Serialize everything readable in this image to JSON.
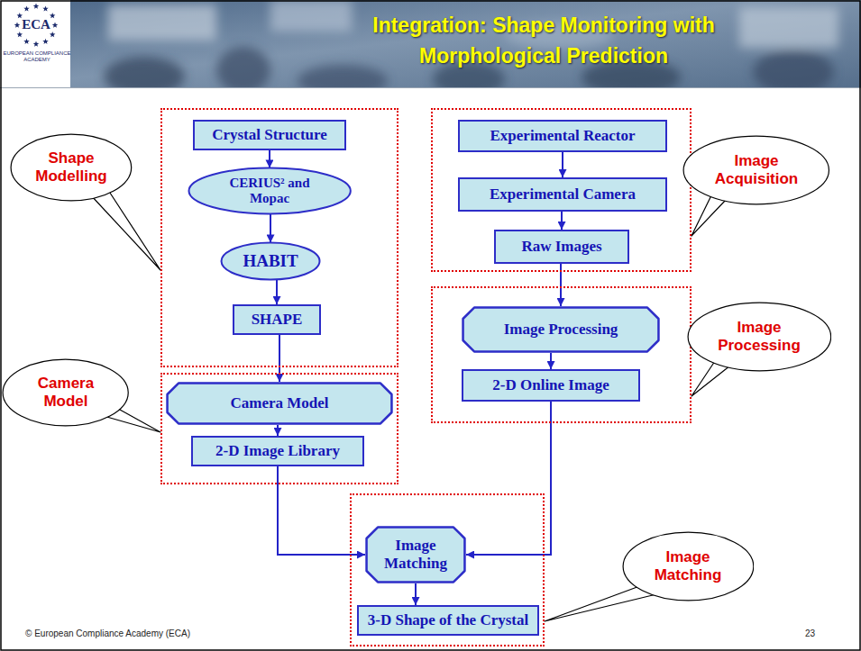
{
  "diagram": {
    "title": "Integration: Shape Monitoring with Morphological Prediction",
    "nodes": [
      {
        "text": [
          "Shape Modelling"
        ]
      },
      {
        "text": [
          "Crystal Structure"
        ],
        "in": 0
      },
      {
        "text": [
          "CERIUS² and Mopac"
        ],
        "in": 0
      },
      {
        "text": [
          "HABIT"
        ],
        "in": 0
      },
      {
        "text": [
          "SHAPE"
        ],
        "in": 0
      },
      {
        "text": [
          "Image Acquisition"
        ]
      },
      {
        "text": [
          "Experimental Reactor"
        ],
        "in": 5
      },
      {
        "text": [
          "Experimental Camera"
        ],
        "in": 5
      },
      {
        "text": [
          "Raw Images"
        ],
        "in": 5
      },
      {
        "text": [
          "Camera Model"
        ]
      },
      {
        "text": [
          "Camera Model"
        ],
        "in": 9
      },
      {
        "text": [
          "2-D Image Library"
        ],
        "in": 9
      },
      {
        "text": [
          "Image Processing"
        ]
      },
      {
        "text": [
          "Image Processing"
        ],
        "in": 12
      },
      {
        "text": [
          "2-D Online Image"
        ],
        "in": 12
      },
      {
        "text": [
          "Image Matching"
        ]
      },
      {
        "text": [
          "Image Matching"
        ],
        "in": 15
      },
      {
        "text": [
          "3-D Shape of the Crystal"
        ],
        "in": 15
      }
    ],
    "edges": [
      {
        "from": 1,
        "to": 2,
        "arrow": "to"
      },
      {
        "from": 2,
        "to": 3,
        "arrow": "to"
      },
      {
        "from": 3,
        "to": 4,
        "arrow": "to"
      },
      {
        "from": 4,
        "to": 10,
        "arrow": "to"
      },
      {
        "from": 10,
        "to": 11,
        "arrow": "to"
      },
      {
        "from": 6,
        "to": 7,
        "arrow": "to"
      },
      {
        "from": 7,
        "to": 8,
        "arrow": "to"
      },
      {
        "from": 8,
        "to": 13,
        "arrow": "to"
      },
      {
        "from": 13,
        "to": 14,
        "arrow": "to"
      },
      {
        "from": 11,
        "to": 16,
        "arrow": "to"
      },
      {
        "from": 14,
        "to": 16,
        "arrow": "to"
      },
      {
        "from": 16,
        "to": 17,
        "arrow": "to"
      }
    ],
    "labels": [
      "ECA",
      "EUROPEAN COMPLIANCE ACADEMY",
      "© European Compliance Academy (ECA)",
      "23"
    ]
  }
}
